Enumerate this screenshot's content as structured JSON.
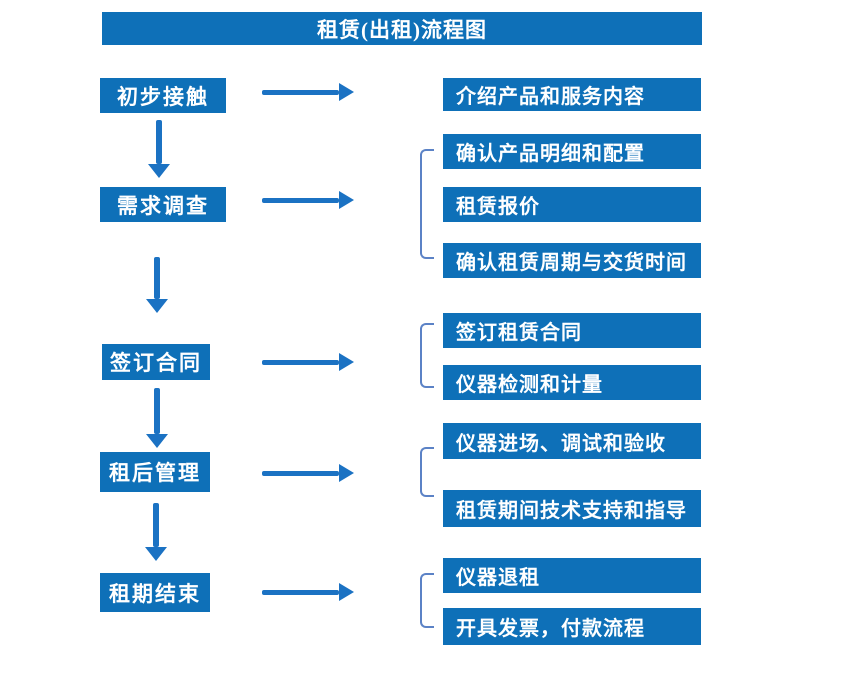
{
  "title": "租赁(出租)流程图",
  "colors": {
    "box_blue": "#0e70b8",
    "arrow_blue": "#1b72c3",
    "bracket_blue": "#5b82c6",
    "text_white": "#ffffff"
  },
  "steps": [
    {
      "label": "初步接触",
      "outputs": [
        "介绍产品和服务内容"
      ]
    },
    {
      "label": "需求调查",
      "outputs": [
        "确认产品明细和配置",
        "租赁报价",
        "确认租赁周期与交货时间"
      ]
    },
    {
      "label": "签订合同",
      "outputs": [
        "签订租赁合同",
        "仪器检测和计量"
      ]
    },
    {
      "label": "租后管理",
      "outputs": [
        "仪器进场、调试和验收",
        "租赁期间技术支持和指导"
      ]
    },
    {
      "label": "租期结束",
      "outputs": [
        "仪器退租",
        "开具发票，付款流程"
      ]
    }
  ]
}
